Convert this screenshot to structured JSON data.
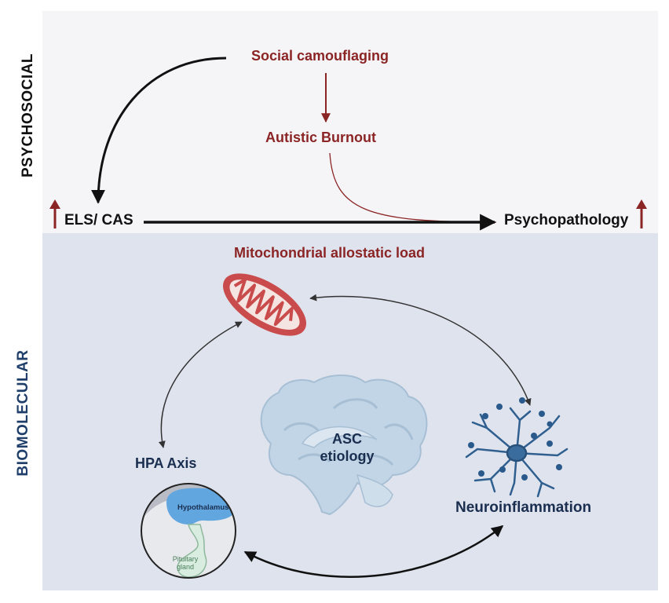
{
  "panels": {
    "psychosocial_label": "PSYCHOSOCIAL",
    "biomolecular_label": "BIOMOLECULAR"
  },
  "nodes": {
    "social_camouflaging": "Social camouflaging",
    "autistic_burnout": "Autistic Burnout",
    "els_cas": "ELS/ CAS",
    "psychopathology": "Psychopathology",
    "mitochondrial_load": "Mitochondrial allostatic load",
    "hpa_axis": "HPA Axis",
    "neuroinflammation": "Neuroinflammation",
    "asc_etiology_line1": "ASC",
    "asc_etiology_line2": "etiology",
    "hypothalamus": "Hypothalamus",
    "pituitary_line1": "Pituitary",
    "pituitary_line2": "gland"
  },
  "colors": {
    "psychosocial_red": "#8b2424",
    "arrow_black": "#111111",
    "biomolecular_navy": "#1a2e50",
    "mito_red": "#c94b4b",
    "brain_blue": "#b8cde0",
    "neuron_blue": "#2f5f8f"
  },
  "icons": [
    "increase-arrow-icon",
    "mitochondrion-icon",
    "brain-icon",
    "neuron-icon",
    "hpa-axis-icon"
  ]
}
